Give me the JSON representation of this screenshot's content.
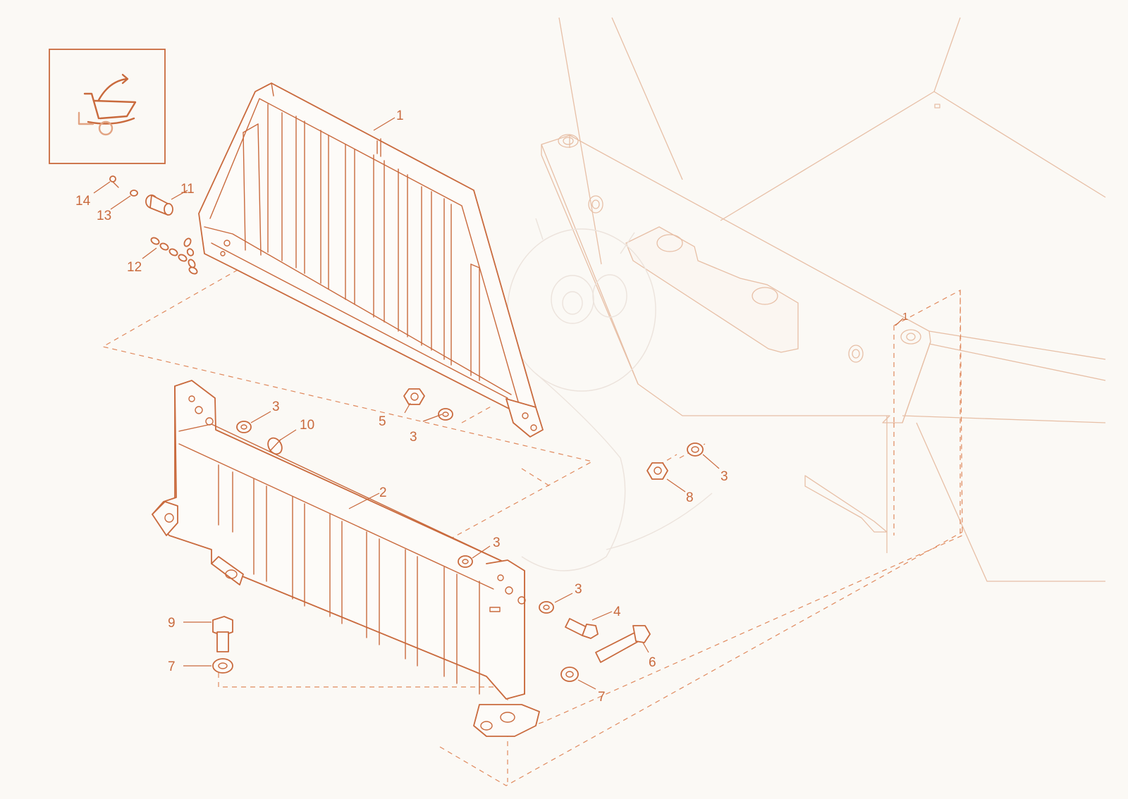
{
  "colors": {
    "line": "#c96a3d",
    "ghost": "#e7bfa6",
    "dash": "#e08a5e",
    "background": "#fbf9f5"
  },
  "icon": {
    "name": "tipping-cart-icon"
  },
  "callouts": [
    {
      "id": "c1",
      "label": "1"
    },
    {
      "id": "c1b",
      "label": "1"
    },
    {
      "id": "c2",
      "label": "2"
    },
    {
      "id": "c3a",
      "label": "3"
    },
    {
      "id": "c3b",
      "label": "3"
    },
    {
      "id": "c3c",
      "label": "3"
    },
    {
      "id": "c3d",
      "label": "3"
    },
    {
      "id": "c3e",
      "label": "3"
    },
    {
      "id": "c4",
      "label": "4"
    },
    {
      "id": "c5",
      "label": "5"
    },
    {
      "id": "c6",
      "label": "6"
    },
    {
      "id": "c7a",
      "label": "7"
    },
    {
      "id": "c7b",
      "label": "7"
    },
    {
      "id": "c8",
      "label": "8"
    },
    {
      "id": "c9",
      "label": "9"
    },
    {
      "id": "c10",
      "label": "10"
    },
    {
      "id": "c11",
      "label": "11"
    },
    {
      "id": "c12",
      "label": "12"
    },
    {
      "id": "c13",
      "label": "13"
    },
    {
      "id": "c14",
      "label": "14"
    }
  ]
}
